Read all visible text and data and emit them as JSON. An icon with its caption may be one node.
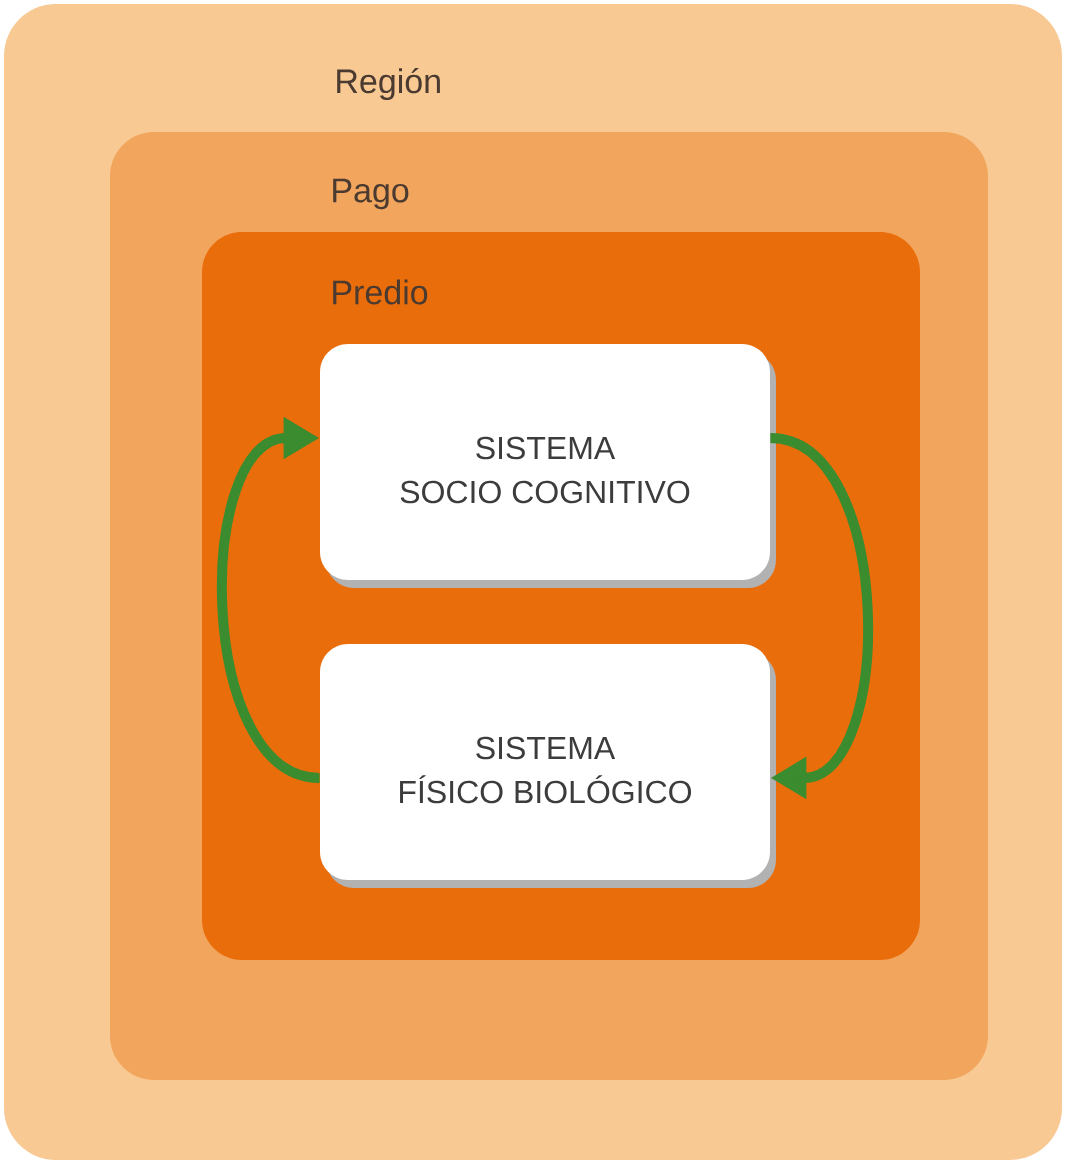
{
  "diagram": {
    "nodes": [
      {
        "text": [
          "Región"
        ]
      },
      {
        "text": [
          "Pago"
        ],
        "in": 0
      },
      {
        "text": [
          "Predio"
        ],
        "in": 1
      },
      {
        "text": [
          "SISTEMA SOCIO COGNITIVO"
        ],
        "in": 2
      },
      {
        "text": [
          "SISTEMA FÍSICO BIOLÓGICO"
        ],
        "in": 2
      }
    ],
    "edges": [
      {
        "from": 4,
        "to": 3,
        "arrow": "to"
      },
      {
        "from": 3,
        "to": 4,
        "arrow": "to"
      }
    ]
  }
}
